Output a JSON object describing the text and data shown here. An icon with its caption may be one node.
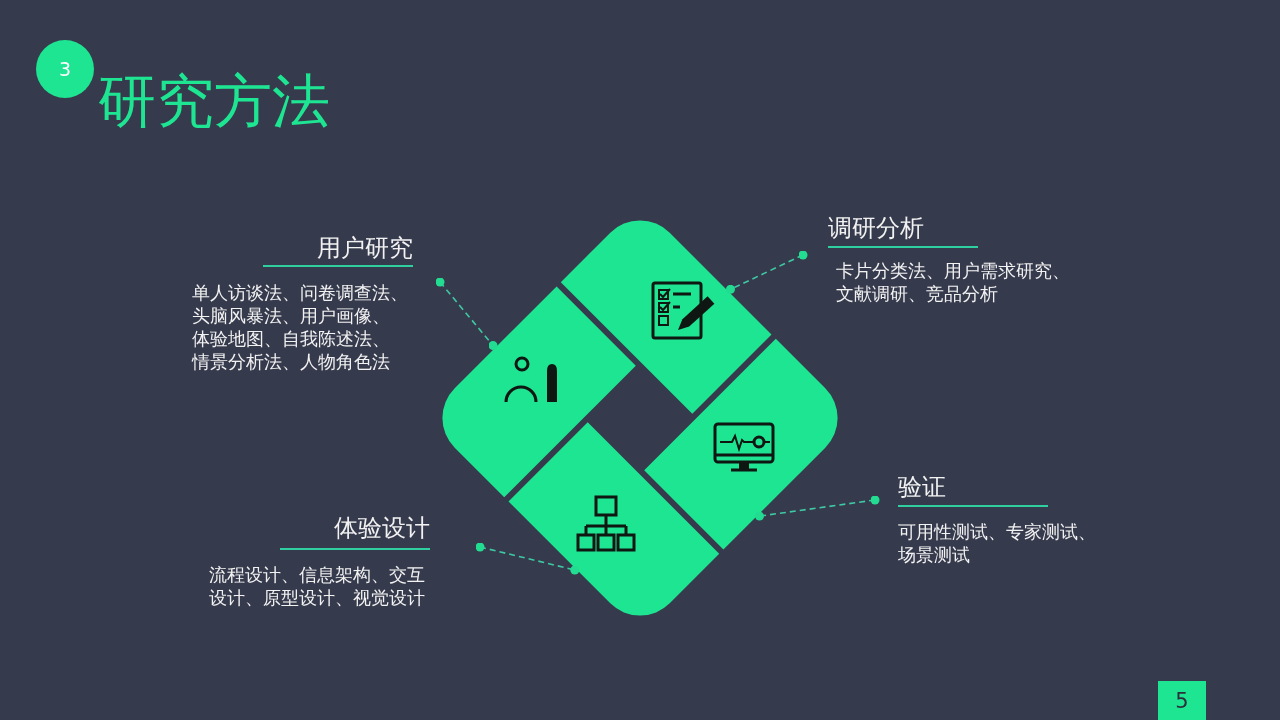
{
  "diagram": {
    "title": "研究方法",
    "nodes": [
      {
        "text": [
          "3"
        ]
      },
      {
        "text": [
          "用户研究",
          "单人访谈法、问卷调查法、头脑风暴法、用户画像、体验地图、自我陈述法、情景分析法、人物角色法"
        ]
      },
      {
        "text": [],
        "shape": "box"
      },
      {
        "text": [
          "调研分析",
          "卡片分类法、用户需求研究、文献调研、竞品分析"
        ]
      },
      {
        "text": [],
        "shape": "box"
      },
      {
        "text": [
          "验证",
          "可用性测试、专家测试、场景测试"
        ]
      },
      {
        "text": [],
        "shape": "box"
      },
      {
        "text": [
          "体验设计",
          "流程设计、信息架构、交互设计、原型设计、视觉设计"
        ]
      },
      {
        "text": [],
        "shape": "box"
      },
      {
        "text": [
          "5"
        ]
      }
    ],
    "edges": [
      {
        "from": 1,
        "to": 2,
        "arrow": "other",
        "style": "dashed"
      },
      {
        "from": 3,
        "to": 4,
        "arrow": "other",
        "style": "dashed"
      },
      {
        "from": 5,
        "to": 6,
        "arrow": "other",
        "style": "dashed"
      },
      {
        "from": 7,
        "to": 8,
        "arrow": "other",
        "style": "dashed"
      }
    ]
  }
}
